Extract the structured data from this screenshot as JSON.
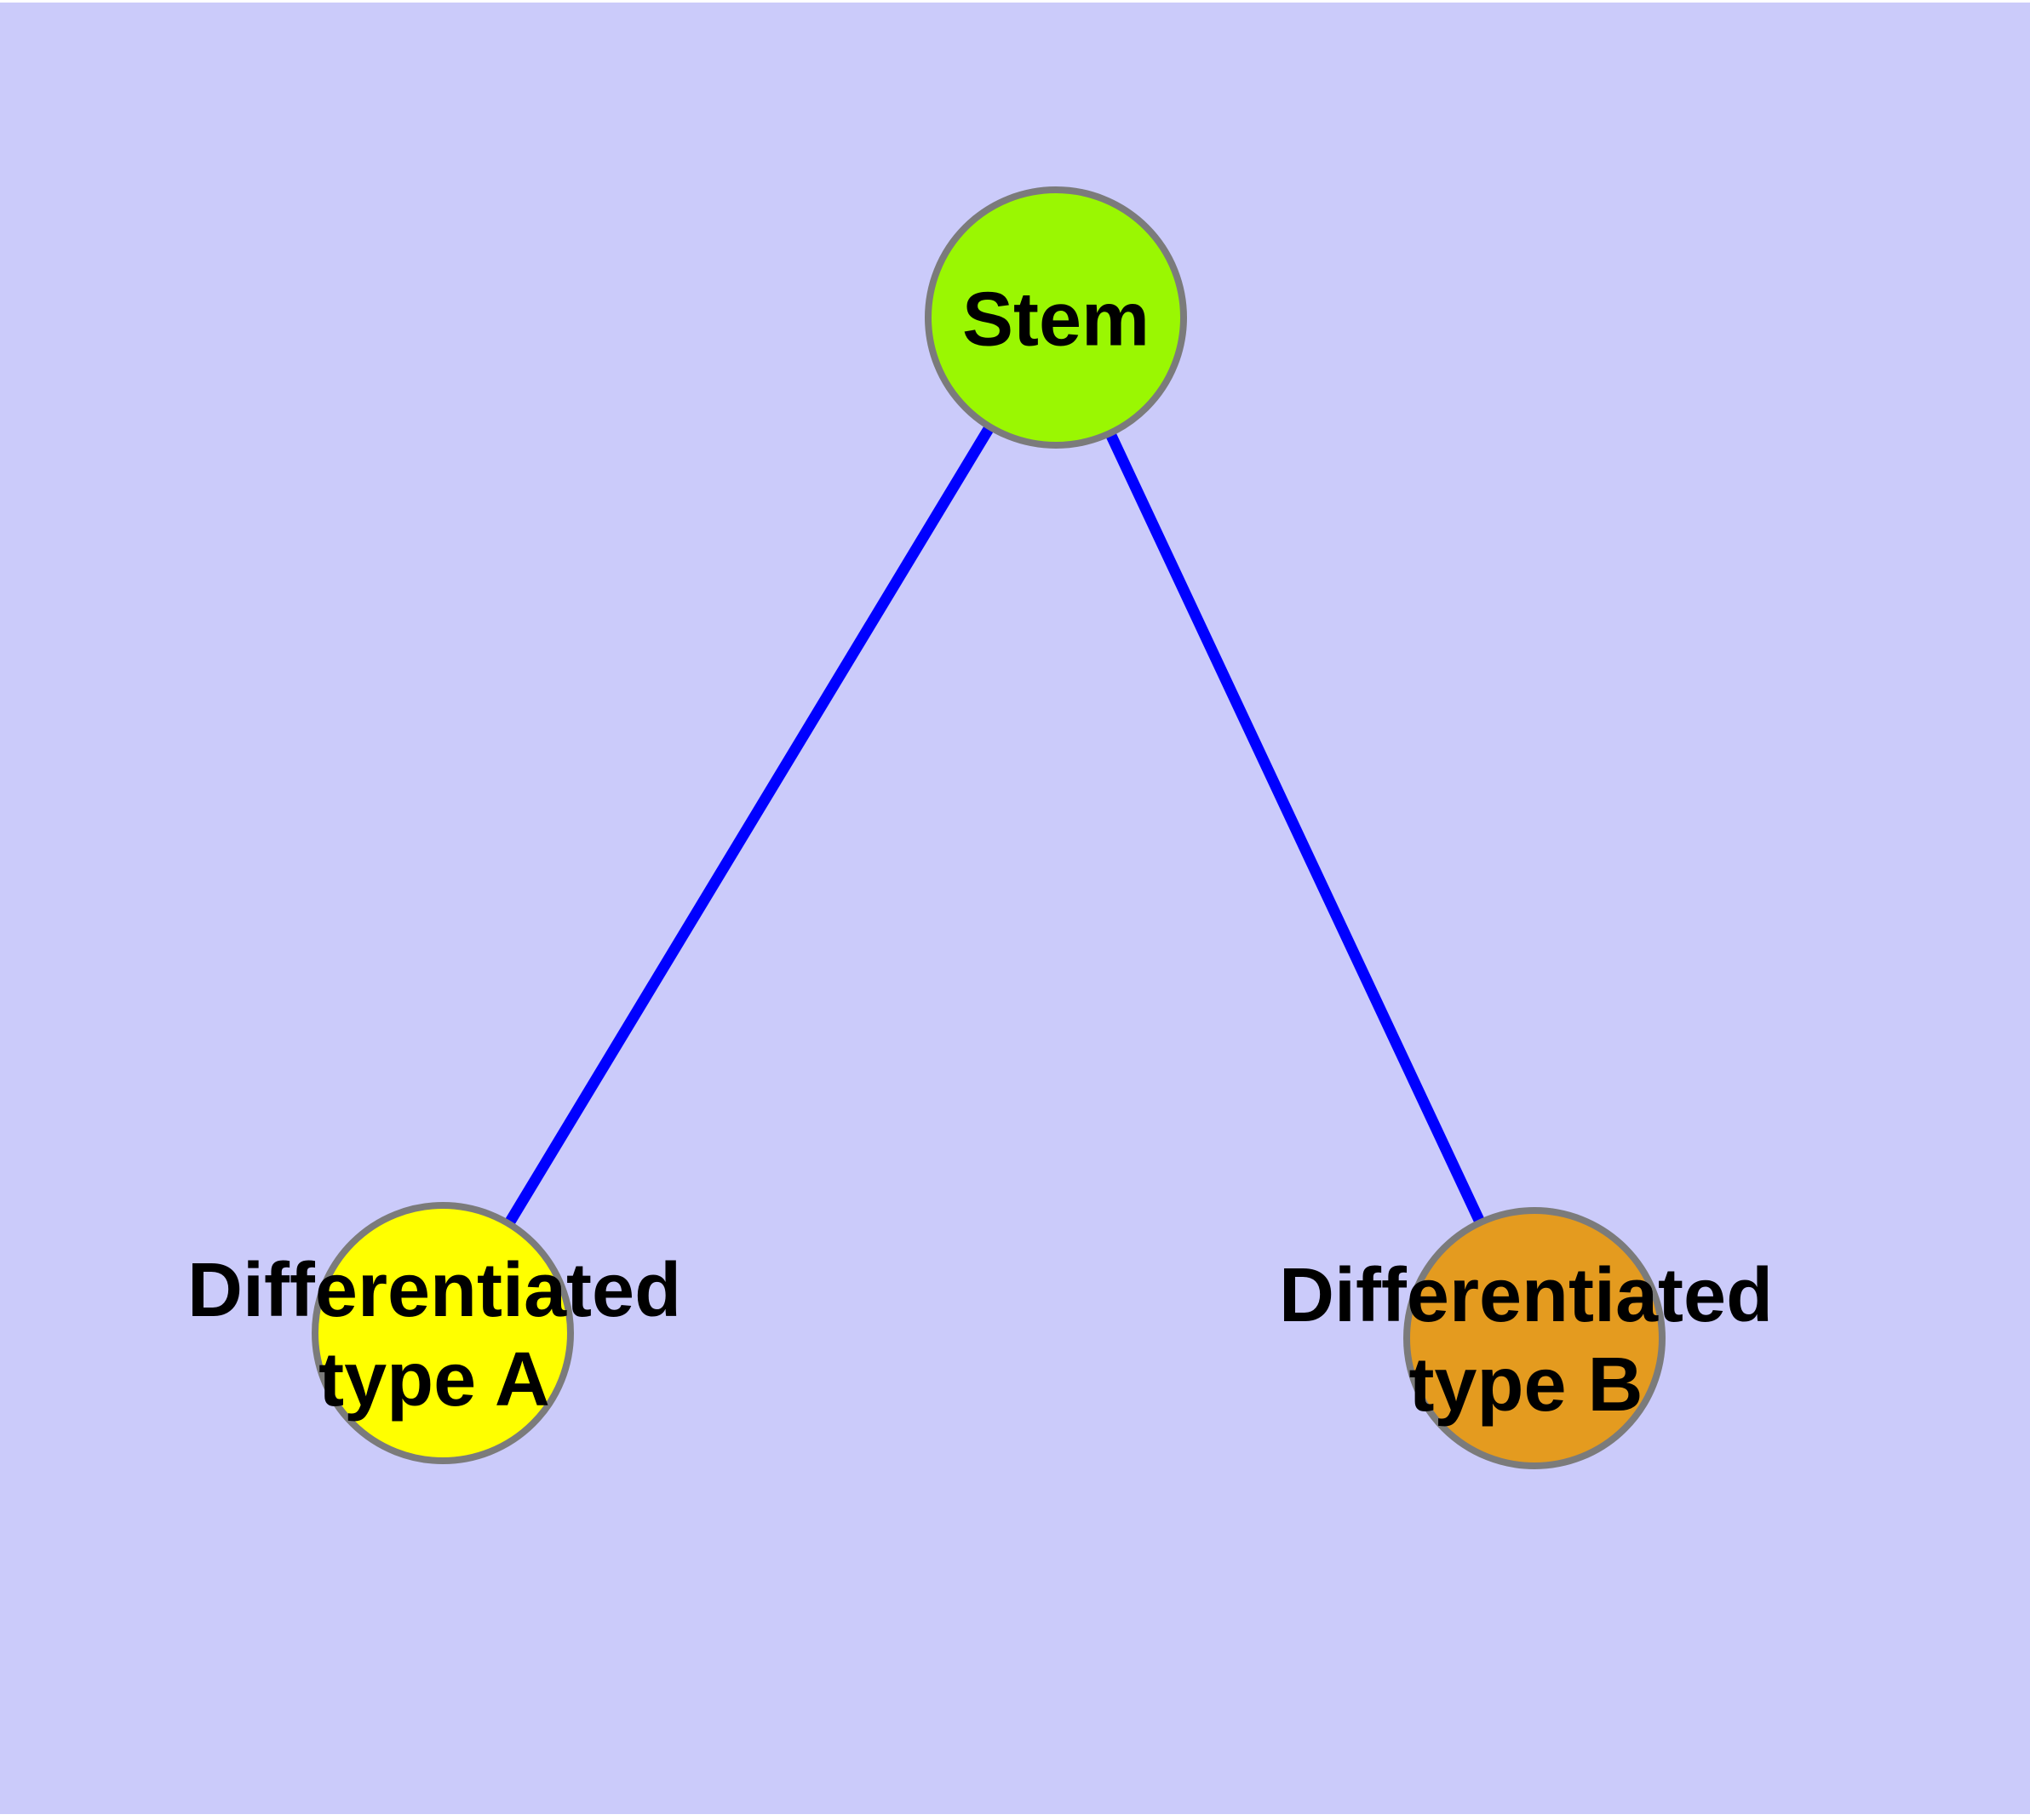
{
  "colors": {
    "page_margin": "#FFFFFF",
    "background": "#CBCBFA",
    "edge": "#0000FF",
    "node_border": "#7B7B7B",
    "label_text": "#000000"
  },
  "graph": {
    "type": "undirected-tree",
    "nodes": {
      "stem": {
        "label": "Stem",
        "lines": [
          "Stem"
        ],
        "fill": "#9AF702"
      },
      "type_a": {
        "label": "Differentiated type A",
        "lines": [
          "Differentiated",
          "type A"
        ],
        "fill": "#FFFF00"
      },
      "type_b": {
        "label": "Differentiated type B",
        "lines": [
          "Differentiated",
          "type B"
        ],
        "fill": "#E49B1F"
      }
    },
    "edges": [
      {
        "from": "Stem",
        "to": "Differentiated type A"
      },
      {
        "from": "Stem",
        "to": "Differentiated type B"
      }
    ]
  }
}
